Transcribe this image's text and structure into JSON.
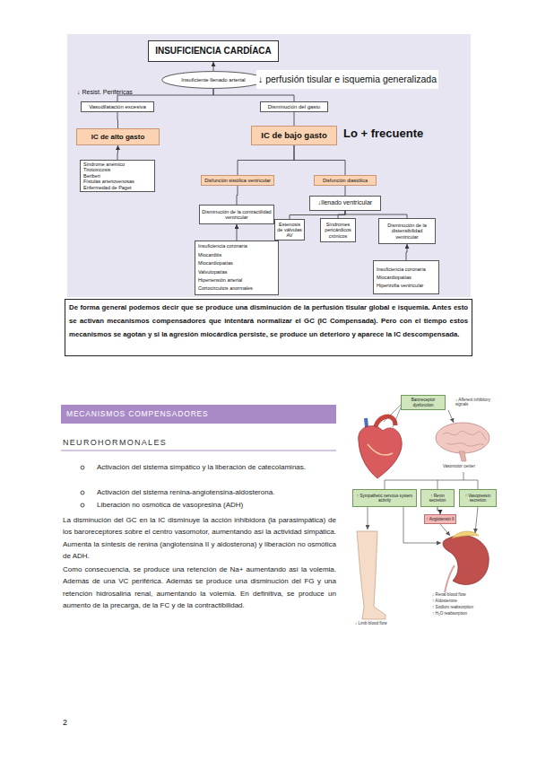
{
  "diagram": {
    "nodes": [
      {
        "text": [
          "INSUFICIENCIA CARDÍACA"
        ]
      },
      {
        "text": [
          "Insuficiente llenado arterial"
        ]
      },
      {
        "text": [
          "Vasodilatación excesiva"
        ]
      },
      {
        "text": [
          "Disminución del gasto"
        ]
      },
      {
        "text": [
          "IC de alto gasto"
        ]
      },
      {
        "text": [
          "IC de bajo gasto"
        ]
      },
      {
        "text": [
          "Síndrome anémico",
          "Tirotoxicosis",
          "Beriberi",
          "Fístulas arteriovenosas",
          "Enfermedad de Paget"
        ]
      },
      {
        "text": [
          "Disfunción sistólica ventricular"
        ]
      },
      {
        "text": [
          "Disfunción diastólica"
        ]
      },
      {
        "text": [
          "↓llenado ventricular"
        ]
      },
      {
        "text": [
          "Disminución de la contractilidad ventricular"
        ]
      },
      {
        "text": [
          "Estenosis de válvulas AV"
        ]
      },
      {
        "text": [
          "Síndromes pericárdicos crónicos"
        ]
      },
      {
        "text": [
          "Disminución de la distensibilidad ventricular"
        ]
      },
      {
        "text": [
          "Insuficiencia coronaria",
          "Miocarditis",
          "Miocardiopatías",
          "Valvulopatías",
          "Hipertensión arterial",
          "Cortocircuitos anormales"
        ]
      },
      {
        "text": [
          "Insuficiencia coronaria",
          "Miocardiopatías",
          "Hipertrofia ventricular"
        ]
      },
      {
        "text": [
          "De forma general podemos decir que se produce una disminución de la perfusión tisular global e isquemia. Antes esto se activan mecanismos compensadores que intentará normalizar el GC (IC Compensada). Pero con el tiempo estos mecanismos se agotan y si la agresión miocárdica persiste, se produce un deterioro y aparece la IC descompensada."
        ]
      },
      {
        "text": [
          "MECANISMOS COMPENSADORES"
        ]
      },
      {
        "text": [
          "Baroreceptor dysfunction"
        ]
      },
      {
        "text": [
          "↑ Sympathetic nervous system activity"
        ]
      },
      {
        "text": [
          "↑ Renin secretion"
        ]
      },
      {
        "text": [
          "↑ Vasopressin secretion"
        ]
      },
      {
        "text": [
          "↑ Angiotensin II"
        ]
      }
    ],
    "edges": [
      {
        "from": 1,
        "to": 0,
        "arrow": "to"
      },
      {
        "from": 2,
        "to": 1,
        "arrow": "none"
      },
      {
        "from": 3,
        "to": 1,
        "arrow": "none"
      },
      {
        "from": 2,
        "to": 4,
        "arrow": "none"
      },
      {
        "from": 3,
        "to": 5,
        "arrow": "none"
      },
      {
        "from": 6,
        "to": 4,
        "arrow": "to"
      },
      {
        "from": 5,
        "to": 7,
        "arrow": "none"
      },
      {
        "from": 5,
        "to": 8,
        "arrow": "none"
      },
      {
        "from": 7,
        "to": 10,
        "arrow": "none"
      },
      {
        "from": 8,
        "to": 9,
        "arrow": "none"
      },
      {
        "from": 9,
        "to": 11,
        "arrow": "none"
      },
      {
        "from": 9,
        "to": 12,
        "arrow": "none"
      },
      {
        "from": 9,
        "to": 13,
        "arrow": "none"
      },
      {
        "from": 14,
        "to": 10,
        "arrow": "to"
      },
      {
        "from": 15,
        "to": 13,
        "arrow": "to"
      },
      {
        "from": 20,
        "to": 22,
        "arrow": "to"
      }
    ],
    "labels": [
      "↓ perfusión tisular e isquemia generalizada",
      "↓ Resist. Periféricas",
      "Lo + frecuente",
      "NEUROHORMONALES",
      "Activación del sistema simpático y la liberación de catecolaminas.",
      "Activación del sistema renina-angiotensina-aldosterona.",
      "Liberación no osmótica de vasopresina (ADH)",
      "La disminución del GC en la IC disminuye la acción inhibidora (la parasimpática) de los baroreceptores sobre el centro vasomotor, aumentando así la actividad simpática. Aumenta la síntesis de renina (angiotensina II y aldosterona) y liberación no osmótica de ADH.",
      "Como consecuencia, se produce una retención de Na+ aumentando así la volemia. Además de una VC periférica. Además se produce una disminución del FG y una retención hidrosalina renal, aumentando la volemia. En definitiva, se produce un aumento de la precarga, de la FC y de la contractibilidad.",
      "↓ Afferent inhibitory signals",
      "Vasomotor center",
      "↓ Limb blood flow",
      "↓ Renal blood flow",
      "↑ Aldosterone",
      "↑ Sodium reabsorption",
      "↑ H₂O reabsorption",
      "2"
    ]
  }
}
